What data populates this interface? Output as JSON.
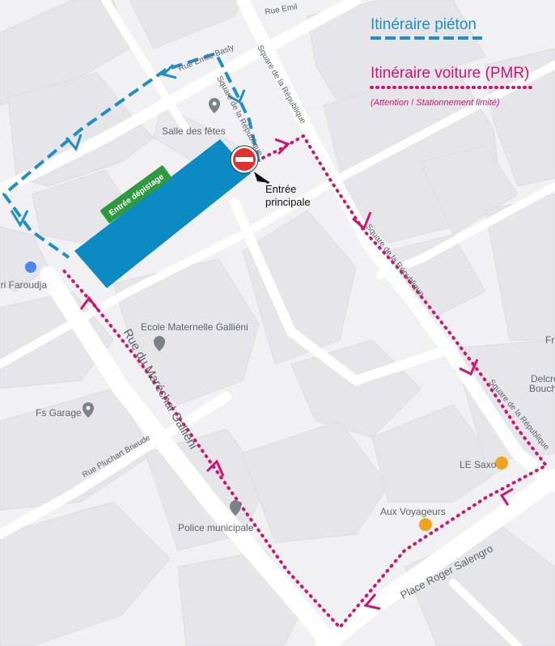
{
  "legend": {
    "walk_title": "Itinéraire piéton",
    "car_title": "Itinéraire voiture (PMR)",
    "car_note": "(Attention ! Stationnement limité)",
    "walk_color": "#1f8fc4",
    "car_color": "#cc1670"
  },
  "streets": {
    "rue_emile": "Rue Emil",
    "rue_emile_basly": "Rue Emile Basly",
    "square_rep_1": "Square de la République",
    "square_rep_2": "Square de la République",
    "square_rep_3": "Square de la République",
    "square_rep_4": "Square de la République",
    "rue_marechal": "Rue du Maréchal Gallieni",
    "rue_pluchart": "Rue Pluchart Brieude",
    "place_roger": "Place Roger Salengro"
  },
  "pois": {
    "salle_fetes": "Salle des fêtes",
    "faroudja": "kiri Faroudja",
    "ecole": "Ecole Maternelle Galliéni",
    "fs_garage": "Fs Garage",
    "police": "Police municipale",
    "le_saxo": "LE Saxo",
    "aux_voyageurs": "Aux Voyageurs",
    "delcre": "Delcre",
    "boucher": "Bouche",
    "fr": "Fr"
  },
  "labels": {
    "entree_depistage": "Entrée dépistage",
    "entree_principale_1": "Entrée",
    "entree_principale_2": "principale"
  },
  "icons": {
    "no_entry": "no-entry-sign-icon",
    "pin": "location-pin-icon",
    "school": "school-icon",
    "bar": "cocktail-icon",
    "shop": "shopping-icon"
  }
}
